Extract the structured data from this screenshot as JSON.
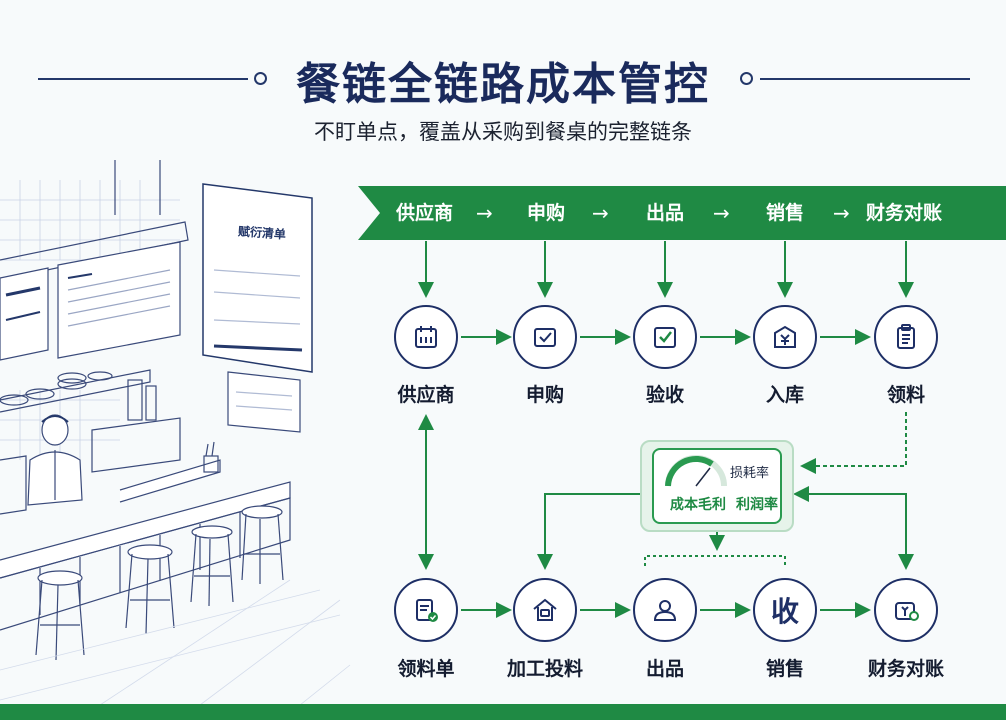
{
  "title": "餐链全链路成本管控",
  "subtitle": "不盯单点，覆盖从采购到餐桌的完整链条",
  "banner": {
    "items": [
      "供应商",
      "申购",
      "出品",
      "销售",
      "财务对账"
    ],
    "arrow": "→"
  },
  "top_row": [
    {
      "label": "供应商",
      "icon": "calendar-icon"
    },
    {
      "label": "申购",
      "icon": "checkbox-icon"
    },
    {
      "label": "验收",
      "icon": "check-icon"
    },
    {
      "label": "入库",
      "icon": "yen-box-icon"
    },
    {
      "label": "领料",
      "icon": "clipboard-icon"
    }
  ],
  "bottom_row": [
    {
      "label": "领料单",
      "icon": "document-check-icon"
    },
    {
      "label": "加工投料",
      "icon": "house-icon"
    },
    {
      "label": "出品",
      "icon": "person-icon"
    },
    {
      "label": "销售",
      "icon": "shou-icon"
    },
    {
      "label": "财务对账",
      "icon": "finance-icon"
    }
  ],
  "metrics_card": {
    "top": "损耗率",
    "left": "成本毛利",
    "right": "利润率",
    "node_glyph": "收"
  },
  "illustration": {
    "sign_title": "赋衍清单"
  },
  "colors": {
    "navy": "#1a2a5c",
    "green": "#1f8a44",
    "node_border": "#1e2f66"
  }
}
